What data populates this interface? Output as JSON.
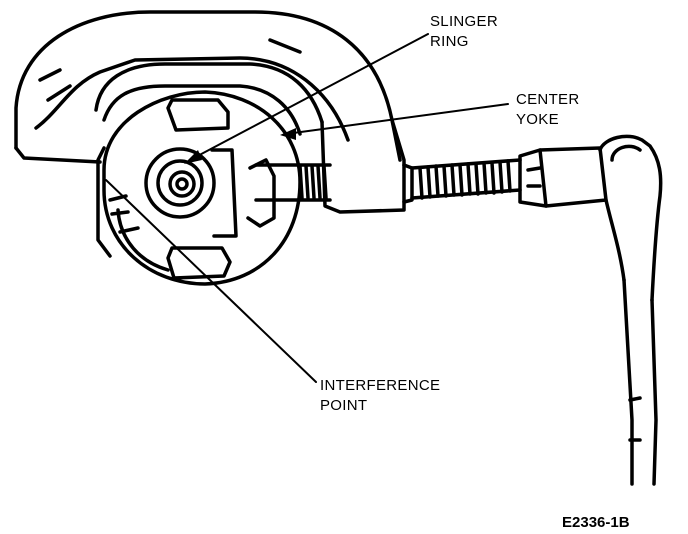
{
  "labels": {
    "slinger_ring": [
      "SLINGER",
      "RING"
    ],
    "center_yoke": [
      "CENTER",
      "YOKE"
    ],
    "interference_point": [
      "INTERFERENCE",
      "POINT"
    ]
  },
  "figure_id": "E2336-1B",
  "colors": {
    "ink": "#000000",
    "paper": "#ffffff"
  }
}
